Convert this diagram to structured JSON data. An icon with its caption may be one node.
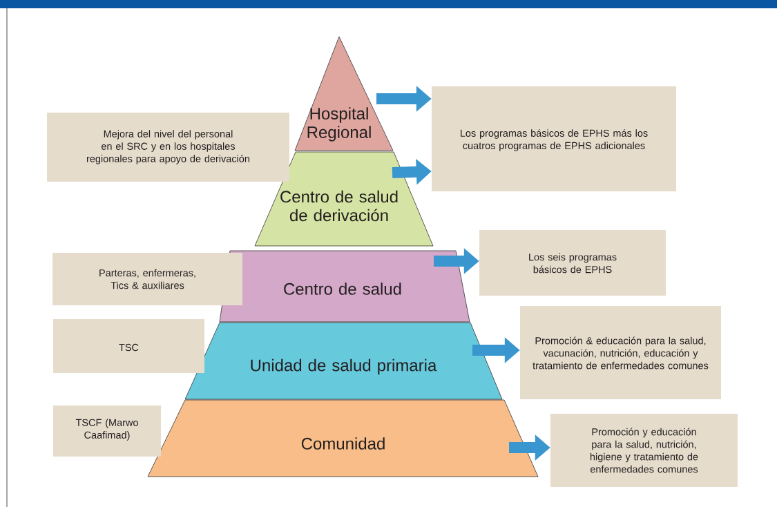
{
  "diagram": {
    "nodes": [
      {
        "text": [
          "Hospital Regional"
        ]
      },
      {
        "text": [
          "Centro de salud de derivación"
        ]
      },
      {
        "text": [
          "Centro de salud"
        ]
      },
      {
        "text": [
          "Unidad de salud primaria"
        ]
      },
      {
        "text": [
          "Comunidad"
        ]
      },
      {
        "text": [
          "Mejora del nivel del personal en el SRC y en los hospitales regionales para apoyo de derivación"
        ]
      },
      {
        "text": [
          "Parteras, enfermeras, Tics & auxiliares"
        ]
      },
      {
        "text": [
          "TSC"
        ]
      },
      {
        "text": [
          "TSCF (Marwo Caafimad)"
        ]
      },
      {
        "text": [
          "Los programas básicos de EPHS más los cuatros programas de EPHS adicionales"
        ]
      },
      {
        "text": [
          "Los seis programas básicos de EPHS"
        ]
      },
      {
        "text": [
          "Promoción & educación para la salud, vacunación, nutrición, educación y tratamiento de enfermedades comunes"
        ]
      },
      {
        "text": [
          "Promoción y educación para la salud, nutrición, higiene y tratamiento de enfermedades comunes"
        ]
      }
    ],
    "edges": [
      {
        "from": 0,
        "to": 9,
        "arrow": "to"
      },
      {
        "from": 1,
        "to": 9,
        "arrow": "to"
      },
      {
        "from": 2,
        "to": 10,
        "arrow": "to"
      },
      {
        "from": 3,
        "to": 11,
        "arrow": "to"
      },
      {
        "from": 4,
        "to": 12,
        "arrow": "to"
      }
    ]
  }
}
